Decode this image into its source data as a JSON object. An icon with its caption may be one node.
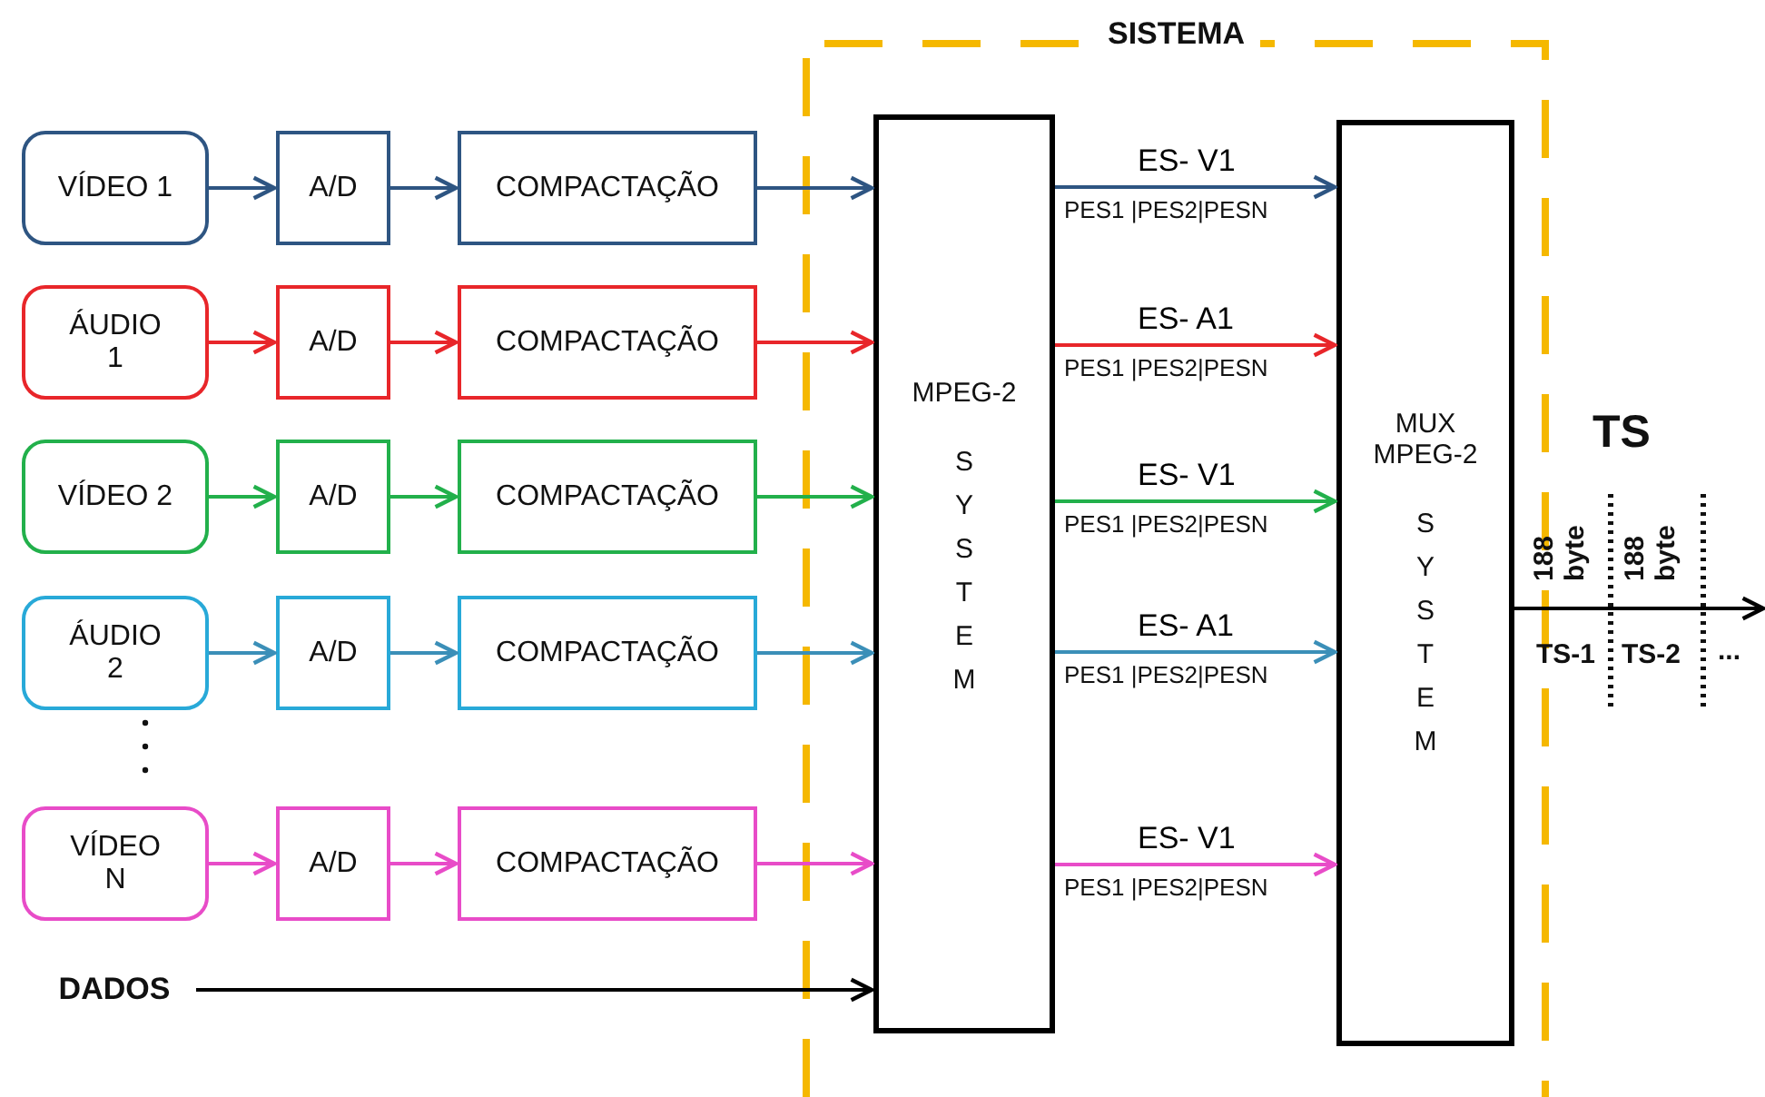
{
  "diagram": {
    "nodes": [
      {
        "text": [
          "SISTEMA"
        ]
      },
      {
        "text": [
          "VÍDEO 1"
        ]
      },
      {
        "text": [
          "A/D"
        ]
      },
      {
        "text": [
          "COMPACTAÇÃO"
        ]
      },
      {
        "text": [
          "ÁUDIO 1"
        ]
      },
      {
        "text": [
          "A/D"
        ]
      },
      {
        "text": [
          "COMPACTAÇÃO"
        ]
      },
      {
        "text": [
          "VÍDEO 2"
        ]
      },
      {
        "text": [
          "A/D"
        ]
      },
      {
        "text": [
          "COMPACTAÇÃO"
        ]
      },
      {
        "text": [
          "ÁUDIO 2"
        ]
      },
      {
        "text": [
          "A/D"
        ]
      },
      {
        "text": [
          "COMPACTAÇÃO"
        ]
      },
      {
        "text": [
          "VÍDEO N"
        ]
      },
      {
        "text": [
          "A/D"
        ]
      },
      {
        "text": [
          "COMPACTAÇÃO"
        ]
      },
      {
        "text": [
          "DADOS"
        ]
      },
      {
        "text": [
          "MPEG-2",
          "SYSTEM"
        ],
        "in": 0
      },
      {
        "text": [
          "MUX MPEG-2",
          "SYSTEM"
        ],
        "in": 0
      }
    ],
    "edges": [
      {
        "from": 1,
        "to": 2,
        "arrow": "to",
        "color": "#2e5582"
      },
      {
        "from": 2,
        "to": 3,
        "arrow": "to",
        "color": "#2e5582"
      },
      {
        "from": 3,
        "to": 17,
        "arrow": "to",
        "color": "#2e5582"
      },
      {
        "from": 17,
        "to": 18,
        "arrow": "to",
        "label": "ES- V1",
        "color": "#2e5582"
      },
      {
        "from": 4,
        "to": 5,
        "arrow": "to",
        "color": "#e8262a"
      },
      {
        "from": 5,
        "to": 6,
        "arrow": "to",
        "color": "#e8262a"
      },
      {
        "from": 6,
        "to": 17,
        "arrow": "to",
        "color": "#e8262a"
      },
      {
        "from": 17,
        "to": 18,
        "arrow": "to",
        "label": "ES- A1",
        "color": "#e8262a"
      },
      {
        "from": 7,
        "to": 8,
        "arrow": "to",
        "color": "#22b04b"
      },
      {
        "from": 8,
        "to": 9,
        "arrow": "to",
        "color": "#22b04b"
      },
      {
        "from": 9,
        "to": 17,
        "arrow": "to",
        "color": "#22b04b"
      },
      {
        "from": 17,
        "to": 18,
        "arrow": "to",
        "label": "ES- V1",
        "color": "#22b04b"
      },
      {
        "from": 10,
        "to": 11,
        "arrow": "to",
        "color": "#3b8fb8"
      },
      {
        "from": 11,
        "to": 12,
        "arrow": "to",
        "color": "#3b8fb8"
      },
      {
        "from": 12,
        "to": 17,
        "arrow": "to",
        "color": "#3b8fb8"
      },
      {
        "from": 17,
        "to": 18,
        "arrow": "to",
        "label": "ES- A1",
        "color": "#3b8fb8"
      },
      {
        "from": 13,
        "to": 14,
        "arrow": "to",
        "color": "#e84cc8"
      },
      {
        "from": 14,
        "to": 15,
        "arrow": "to",
        "color": "#e84cc8"
      },
      {
        "from": 15,
        "to": 17,
        "arrow": "to",
        "color": "#e84cc8"
      },
      {
        "from": 17,
        "to": 18,
        "arrow": "to",
        "label": "ES- V1",
        "color": "#e84cc8"
      },
      {
        "from": 16,
        "to": 17,
        "arrow": "to",
        "color": "#000000"
      },
      {
        "from": 18,
        "to": null,
        "arrow": "to",
        "color": "#000000"
      }
    ],
    "labels": [
      "PES1 |PES2|PESN",
      "PES1 |PES2|PESN",
      "PES1 |PES2|PESN",
      "PES1 |PES2|PESN",
      "PES1 |PES2|PESN",
      "TS",
      "188 byte",
      "188 byte",
      "TS-1",
      "TS-2",
      "..."
    ]
  }
}
